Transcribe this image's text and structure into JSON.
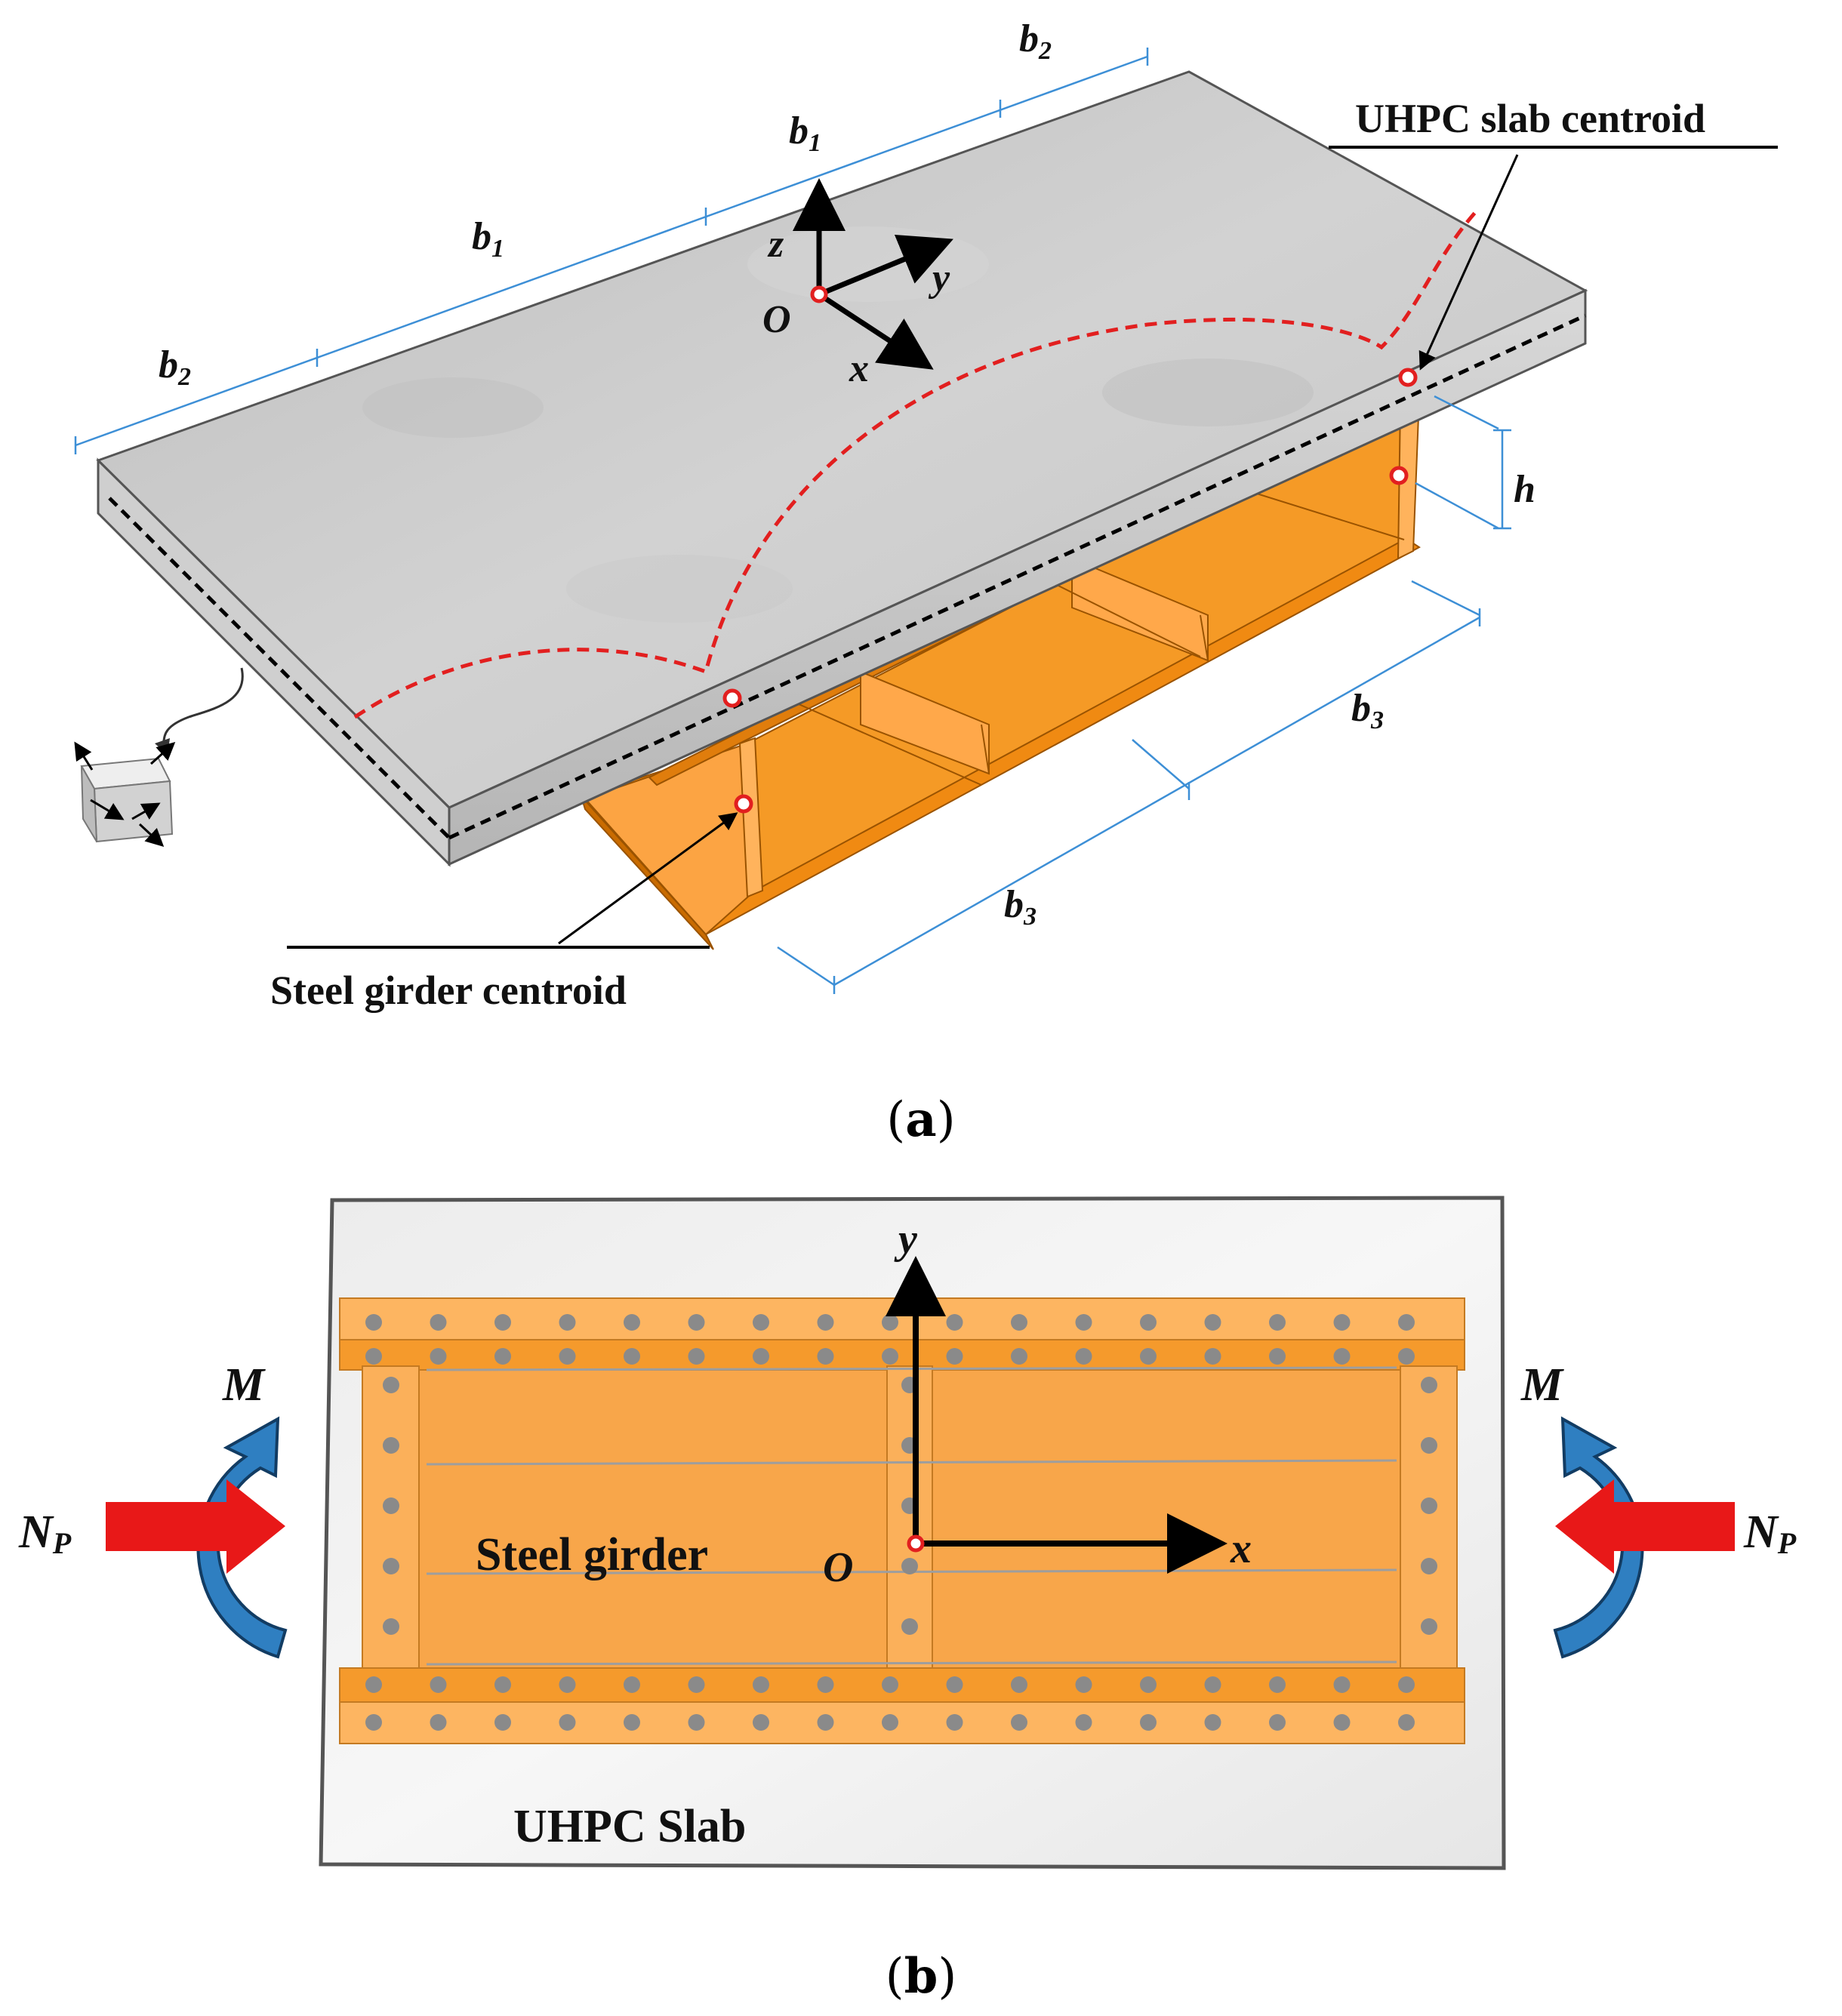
{
  "panel_a": {
    "caption_open": "(",
    "caption_letter": "a",
    "caption_close": ")",
    "dim_b1": "b",
    "dim_b1_sub": "1",
    "dim_b2": "b",
    "dim_b2_sub": "2",
    "dim_b3": "b",
    "dim_b3_sub": "3",
    "dim_h": "h",
    "axis_x": "x",
    "axis_y": "y",
    "axis_z": "z",
    "origin": "O",
    "slab_centroid_label": "UHPC slab centroid",
    "girder_centroid_label": "Steel girder centroid"
  },
  "panel_b": {
    "caption_open": "(",
    "caption_letter": "b",
    "caption_close": ")",
    "axis_x": "x",
    "axis_y": "y",
    "origin": "O",
    "girder_label": "Steel girder",
    "slab_label": "UHPC Slab",
    "moment_label": "M",
    "force_label": "N",
    "force_sub": "P"
  },
  "colors": {
    "concrete": "#c9c9c9",
    "steel": "#f5901e",
    "steel_light": "#fbb25e",
    "dimension_line": "#3d8fd6",
    "centroid_path": "#e21f1f",
    "moment_arrow": "#2f7fc1",
    "force_arrow": "#e81818",
    "stud": "#8a8a8a"
  }
}
